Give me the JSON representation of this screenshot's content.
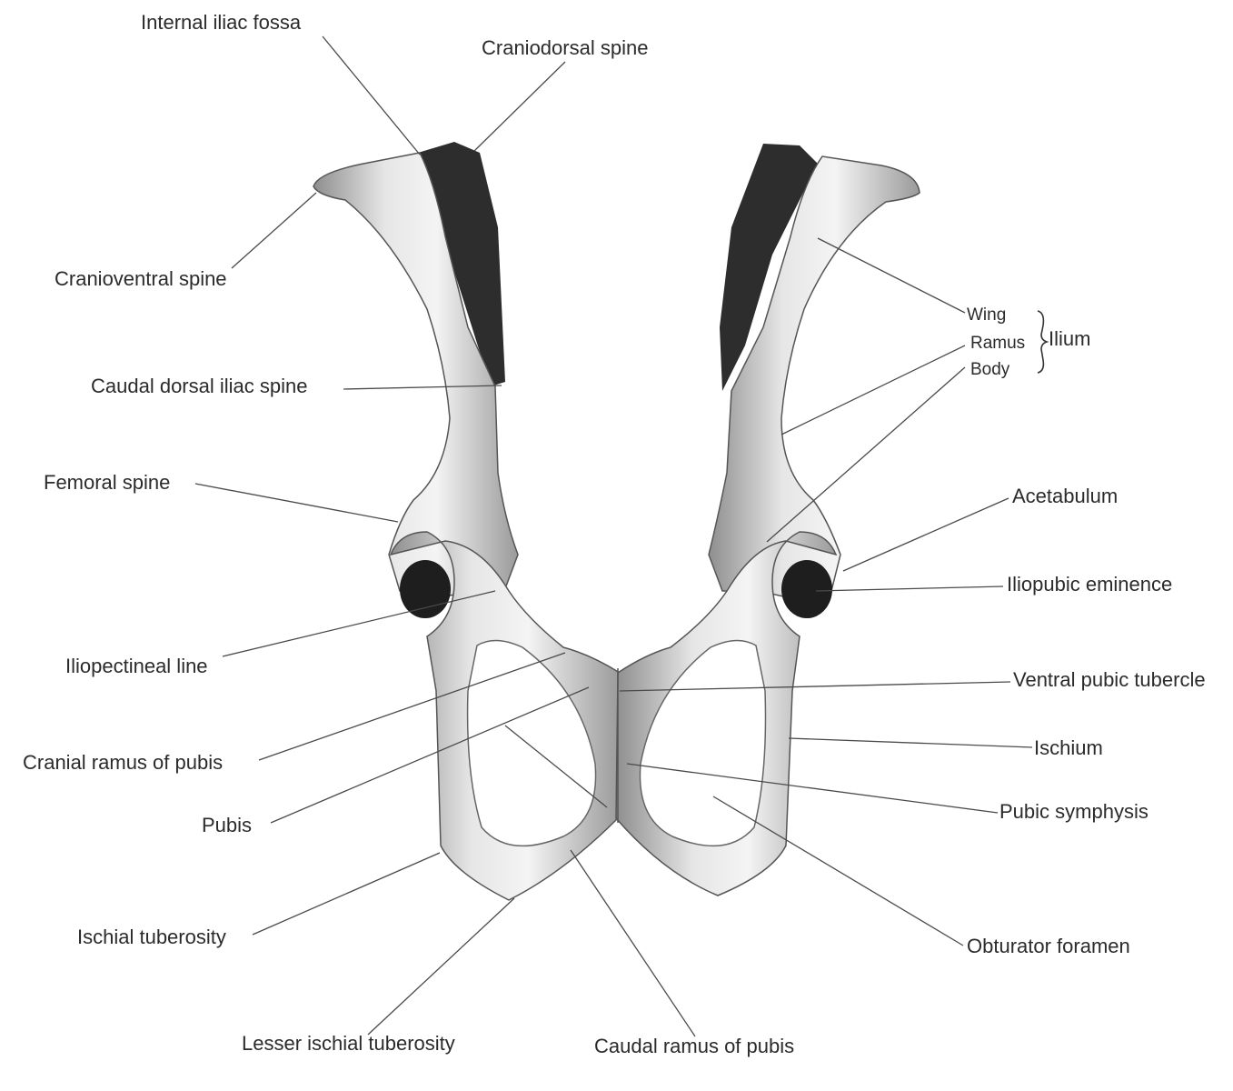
{
  "labels": {
    "internal_iliac_fossa": "Internal iliac fossa",
    "craniodorsal_spine": "Craniodorsal spine",
    "cranioventral_spine": "Cranioventral spine",
    "caudal_dorsal_iliac_spine": "Caudal dorsal iliac spine",
    "femoral_spine": "Femoral spine",
    "iliopectineal_line": "Iliopectineal line",
    "cranial_ramus_of_pubis": "Cranial ramus of pubis",
    "pubis": "Pubis",
    "ischial_tuberosity": "Ischial tuberosity",
    "lesser_ischial_tuberosity": "Lesser ischial tuberosity",
    "caudal_ramus_of_pubis": "Caudal ramus of pubis",
    "wing": "Wing",
    "ramus": "Ramus",
    "body": "Body",
    "ilium": "Ilium",
    "acetabulum": "Acetabulum",
    "iliopubic_eminence": "Iliopubic eminence",
    "ventral_pubic_tubercle": "Ventral pubic tubercle",
    "ischium": "Ischium",
    "pubic_symphysis": "Pubic symphysis",
    "obturator_foramen": "Obturator foramen"
  }
}
